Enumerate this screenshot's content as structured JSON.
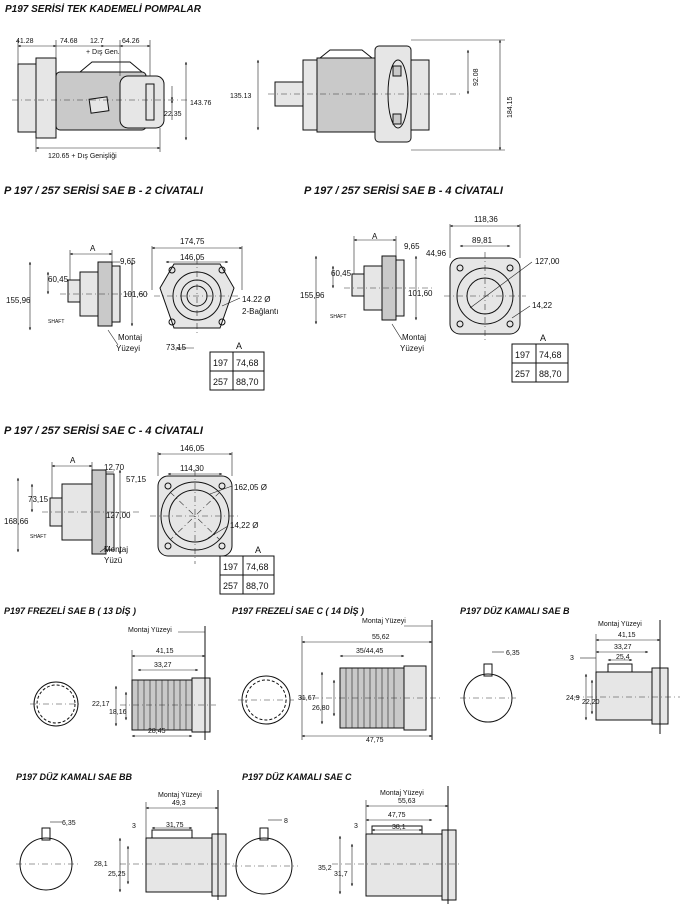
{
  "titles": {
    "main": "P197 SERİSİ TEK KADEMELİ POMPALAR",
    "sae_b2": "P 197 / 257 SERİSİ SAE B - 2 CİVATALI",
    "sae_b4": "P 197 / 257 SERİSİ SAE B - 4 CİVATALI",
    "sae_c4": "P 197 / 257 SERİSİ SAE C - 4 CİVATALI",
    "frez_b": "P197 FREZELİ SAE B ( 13 DİŞ )",
    "frez_c": "P197 FREZELİ SAE C ( 14 DİŞ )",
    "duz_b": "P197 DÜZ KAMALI SAE B",
    "duz_bb": "P197 DÜZ KAMALI SAE BB",
    "duz_c": "P197 DÜZ KAMALI SAE C"
  },
  "top": {
    "d1": "41.28",
    "d2": "74.68",
    "d3": "12.7",
    "d3b": "+ Dış Gen.",
    "d4": "64.26",
    "d5": "22.35",
    "d6": "143.76",
    "d7": "120.65 + Dış Genişliği",
    "d8": "135.13",
    "d9": "92.08",
    "d10": "184.15"
  },
  "sae_b2": {
    "a": "A",
    "d1": "9,65",
    "d2": "60,45",
    "d3": "155,96",
    "d4": "101,60",
    "shaft": "SHAFT",
    "mount1": "Montaj",
    "mount2": "Yüzeyi",
    "d5": "174,75",
    "d6": "146,05",
    "d7": "14.22 Ø",
    "d8": "2-Bağlantı",
    "d9": "73,15"
  },
  "sae_b4": {
    "a": "A",
    "d1": "9,65",
    "d2": "60,45",
    "d3": "155,96",
    "d4": "101,60",
    "shaft": "SHAFT",
    "mount1": "Montaj",
    "mount2": "Yüzeyi",
    "d5": "118,36",
    "d6": "89,81",
    "d7": "44,96",
    "d8": "127,00",
    "d9": "14,22"
  },
  "sae_c4": {
    "a": "A",
    "d1": "12,70",
    "d2": "57,15",
    "d3": "73,15",
    "d4": "168,66",
    "d5": "127,00",
    "shaft": "SHAFT",
    "mount1": "Montaj",
    "mount2": "Yüzü",
    "d6": "146,05",
    "d7": "114,30",
    "d8": "162,05 Ø",
    "d9": "14,22 Ø"
  },
  "table": {
    "header": "A",
    "rows": [
      [
        "197",
        "74,68"
      ],
      [
        "257",
        "88,70"
      ]
    ]
  },
  "frez_b": {
    "mount": "Montaj Yüzeyi",
    "d1": "41,15",
    "d2": "33,27",
    "d3": "22,17",
    "d4": "18,16",
    "d5": "28,45"
  },
  "frez_c": {
    "mount": "Montaj Yüzeyi",
    "d1": "55,62",
    "d2": "35/44,45",
    "d3": "31,67",
    "d4": "26,80",
    "d5": "47,75"
  },
  "duz_b": {
    "mount": "Montaj Yüzeyi",
    "d1": "41,15",
    "d2": "33,27",
    "d3": "25,4",
    "d4": "3",
    "d5": "6,35",
    "d6": "24,9",
    "d7": "22,20"
  },
  "duz_bb": {
    "mount": "Montaj Yüzeyi",
    "d1": "49,3",
    "d2": "31,75",
    "d3": "3",
    "d4": "6,35",
    "d5": "28,1",
    "d6": "25,25"
  },
  "duz_c": {
    "mount": "Montaj Yüzeyi",
    "d1": "55,63",
    "d2": "47,75",
    "d3": "38,1",
    "d4": "3",
    "d5": "8",
    "d6": "35,2",
    "d7": "31,7"
  }
}
